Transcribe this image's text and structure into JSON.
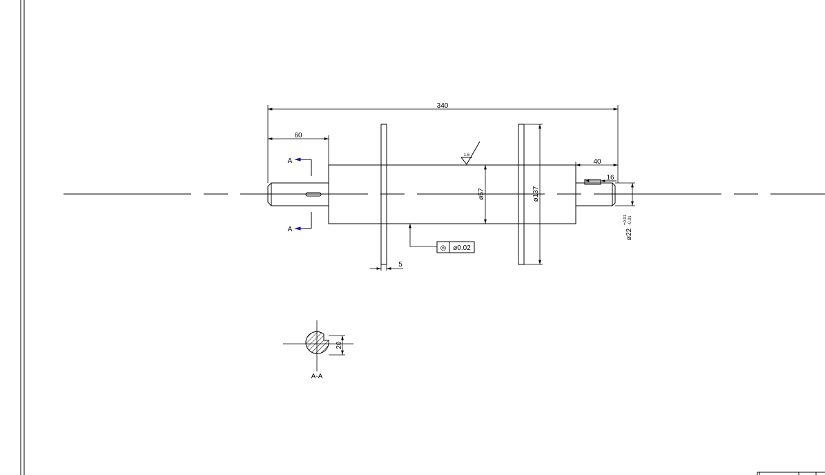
{
  "drawing": {
    "dim_overall": "340",
    "dim_left_shaft": "60",
    "dim_right_shaft": "40",
    "dim_key": "16",
    "dim_flange_thk": "5",
    "dia_body": "ø57",
    "dia_flange": "ø137",
    "dia_shaft": "ø22",
    "dia_shaft_tol_upper": "+0.01",
    "dia_shaft_tol_lower": "-0.01",
    "roughness": "1.6",
    "tolerance_symbol": "◎",
    "tolerance_value": "ø0.02",
    "section_marker": "A",
    "section_label": "A-A",
    "section_dim": "20"
  },
  "colors": {
    "line": "#000000",
    "section_arrow": "#1010c8",
    "background": "#ffffff"
  }
}
